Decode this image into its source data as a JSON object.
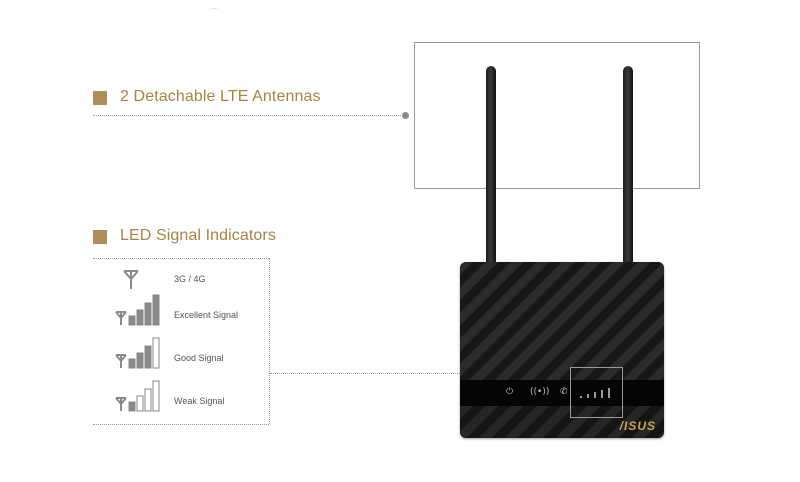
{
  "features": {
    "antennas": {
      "label": "2 Detachable LTE Antennas"
    },
    "leds": {
      "label": "LED Signal Indicators"
    }
  },
  "signal_legend": [
    {
      "label": "3G / 4G",
      "icon": "antenna-icon",
      "bars": 0
    },
    {
      "label": "Excellent Signal",
      "icon": "signal-excellent-icon",
      "bars": 4
    },
    {
      "label": "Good Signal",
      "icon": "signal-good-icon",
      "bars": 3
    },
    {
      "label": "Weak Signal",
      "icon": "signal-weak-icon",
      "bars": 1
    }
  ],
  "router": {
    "brand": "/ISUS",
    "front_icons": [
      "power-icon",
      "wireless-icon",
      "phone-icon",
      "signal-leds-icon"
    ]
  },
  "colors": {
    "accent_gold": "#b08d57",
    "gold_text": "#a8843f",
    "bar_active": "#8a8a8a",
    "bar_inactive": "#ffffff",
    "router_body": "#1b1b1b",
    "logo_gold": "#c9a24a"
  }
}
